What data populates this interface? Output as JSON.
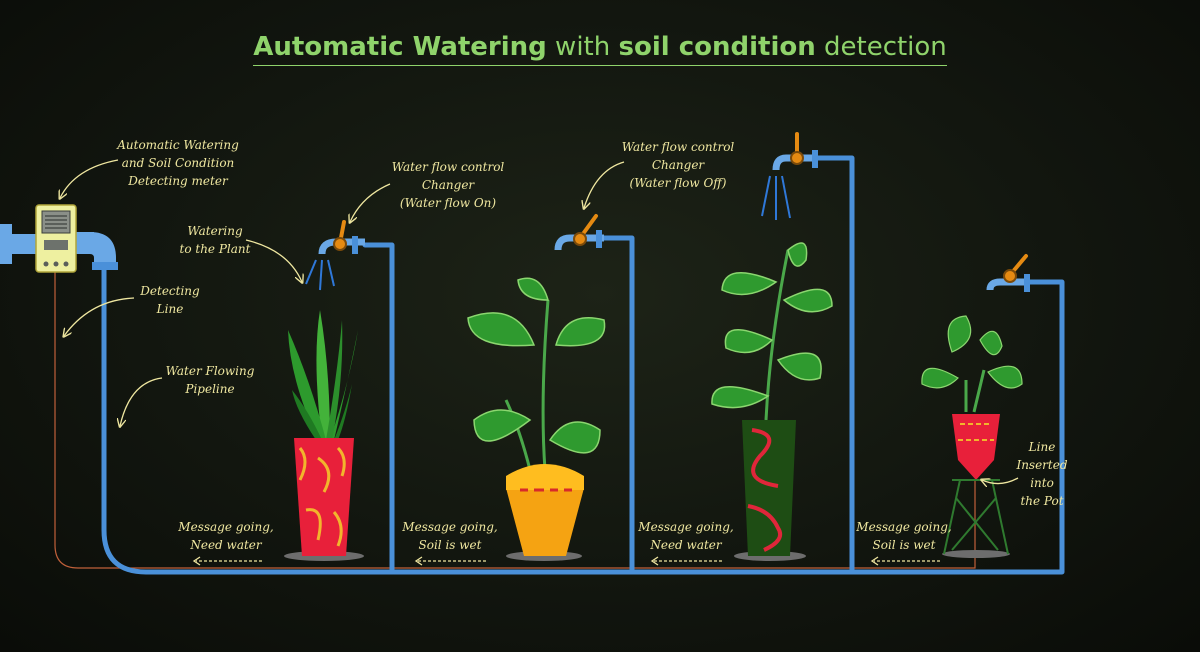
{
  "title": {
    "part1_bold": "Automatic Watering",
    "part2": " with ",
    "part3_bold": "soil condition",
    "part4": " detection"
  },
  "annotations": {
    "meter": [
      "Automatic Watering",
      "and Soil Condition",
      "Detecting meter"
    ],
    "watering": [
      "Watering",
      "to the Plant"
    ],
    "detecting": [
      "Detecting",
      "Line"
    ],
    "pipeline": [
      "Water Flowing",
      "Pipeline"
    ],
    "flow_on": [
      "Water flow control",
      "Changer",
      "(Water flow On)"
    ],
    "flow_off": [
      "Water flow control",
      "Changer",
      "(Water flow Off)"
    ],
    "line_inserted": [
      "Line",
      "Inserted",
      "into",
      "the Pot"
    ]
  },
  "messages": [
    [
      "Message going,",
      "Need water"
    ],
    [
      "Message going,",
      "Soil is wet"
    ],
    [
      "Message going,",
      "Need water"
    ],
    [
      "Message going,",
      "Soil is wet"
    ]
  ],
  "colors": {
    "title": "#8fd36b",
    "annotation": "#efe7a0",
    "pipe": "#4a90d9",
    "tap": "#6aa8e6",
    "knob": "#e58a12",
    "detect_line": "#c0603a",
    "meter_body": "#eef0a0"
  }
}
